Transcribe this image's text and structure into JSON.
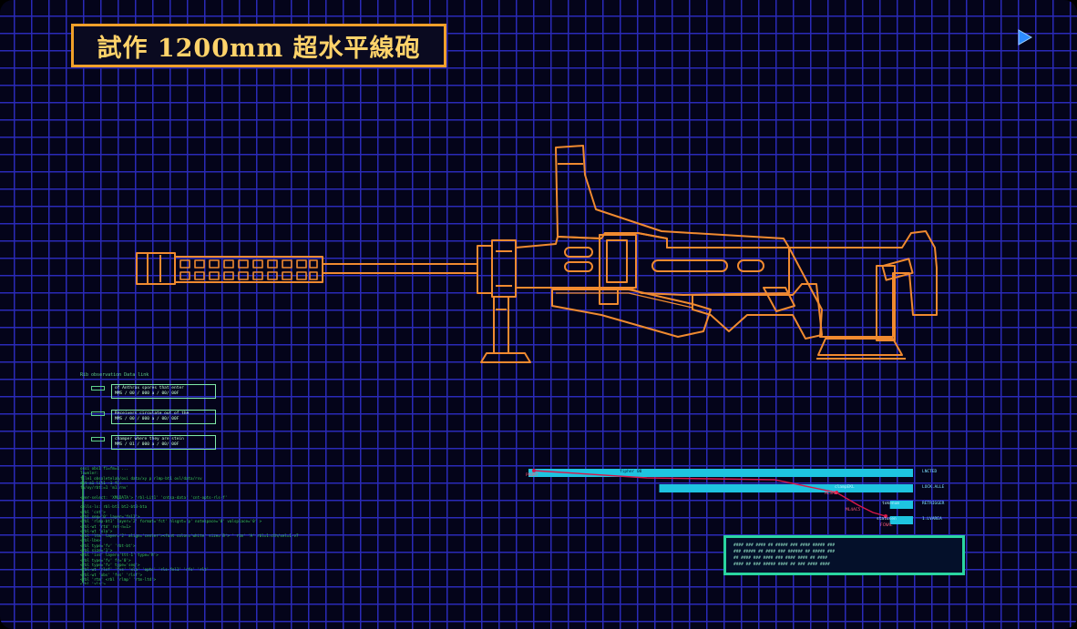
{
  "title": "試作 1200mm 超水平線砲",
  "observation": {
    "header": "Rib observation Data link",
    "items": [
      {
        "line1": "of Anthrax spores that enter",
        "line2": "MMS / 00 / 000        a / 00/ 00F"
      },
      {
        "line1": "Receivers circulate out of the",
        "line2": "MMS / 00 / 000        a / 00/ 00F"
      },
      {
        "line1": "champer where they are stein",
        "line2": "MMS / 01 / 000        a / 00/ 00F"
      }
    ]
  },
  "code_lines": [
    "ossi obs1 fi=fm=1 ...",
    "  Toweler:",
    "  file1 obsoletelab/ovi     data/xy   p  rlmp-bt1 ovl/data/rsv",
    "  dat-a1 lit1 -1 fi:",
    "  fa/xy/rbt:=1 'm1.rnv'",
    "",
    "  <ver-select: 'XMLDATA'>    'rbl-Lit1' 'cntsa-data' 'cnt-opts-rls-f'",
    "",
    "cells-ls:      rbl-bt1 bt2-bt3-bta",
    "  <rbl 'cnt'>",
    "    <rbl seq='0' layer='fnl1'>",
    "      <rbl 'rlmp-bt1' layer='2' format='fct' nlsgnt='p' notespace='0' valsplace='0' >",
    "        <rbl-wt  'rtd' ret-n=1>",
    "      <rbl-wt  'xla'>",
    "    <rbl 'ltm' layer='2' align='center'><font color='white' size='8'> '  rtm' 'A' rbl=1:cth/xel=1-v7",
    "      <rbl-lbe>",
    "      <rbl type='fv' 'rbt-bt'>",
    "        <rbl size='1'>",
    "      <rbl 'ivs' layer='ttt-1' type='R'>",
    "        <rbl type='fv' fr='0'>",
    "      <rbl type='fv' type='seq'>",
    "        <rbl-wt 'rlsf' 'fvs' 'xla' 'opts' 'rls-fnl1' 'rfs' 'rlt'",
    "          <rbl-wt 'obs' 'fvs' 'rlsf'>",
    "        <rbl 'rtm'  <rbl 'rlmp' 'rtm-ltd'>",
    "      <rbl 'xla'>"
  ],
  "bars": [
    {
      "inner": "fipher 00",
      "label": "LNCTED",
      "fill": 1.0
    },
    {
      "inner": "clampEKL",
      "label": "LOCK.ALLE",
      "fill": 0.66
    },
    {
      "inner": "tokenum",
      "label": "RETRIGGER",
      "fill": 0.06
    },
    {
      "inner": "statusen",
      "label": "1.LVAREA",
      "fill": 0.06
    }
  ],
  "trace_labels": [
    "PROMT",
    "ML3M0",
    "ML4AC5",
    "FCNAL"
  ],
  "status_lines": [
    "#### ### ####  ## ##### ### ####  ##### ###",
    "### ##### ## #### ###  ###### ## ##### ###",
    "## #### ### ####  ###  #### ####  ## ####",
    "#### ## ### ##### ####  ## ### #### ####"
  ],
  "colors": {
    "grid": "#2a2ab8",
    "weapon": "#f08a30",
    "title_text": "#ffd36a",
    "green_text": "#39c85c",
    "bar": "#1ec4e0",
    "trace": "#d8184a"
  }
}
